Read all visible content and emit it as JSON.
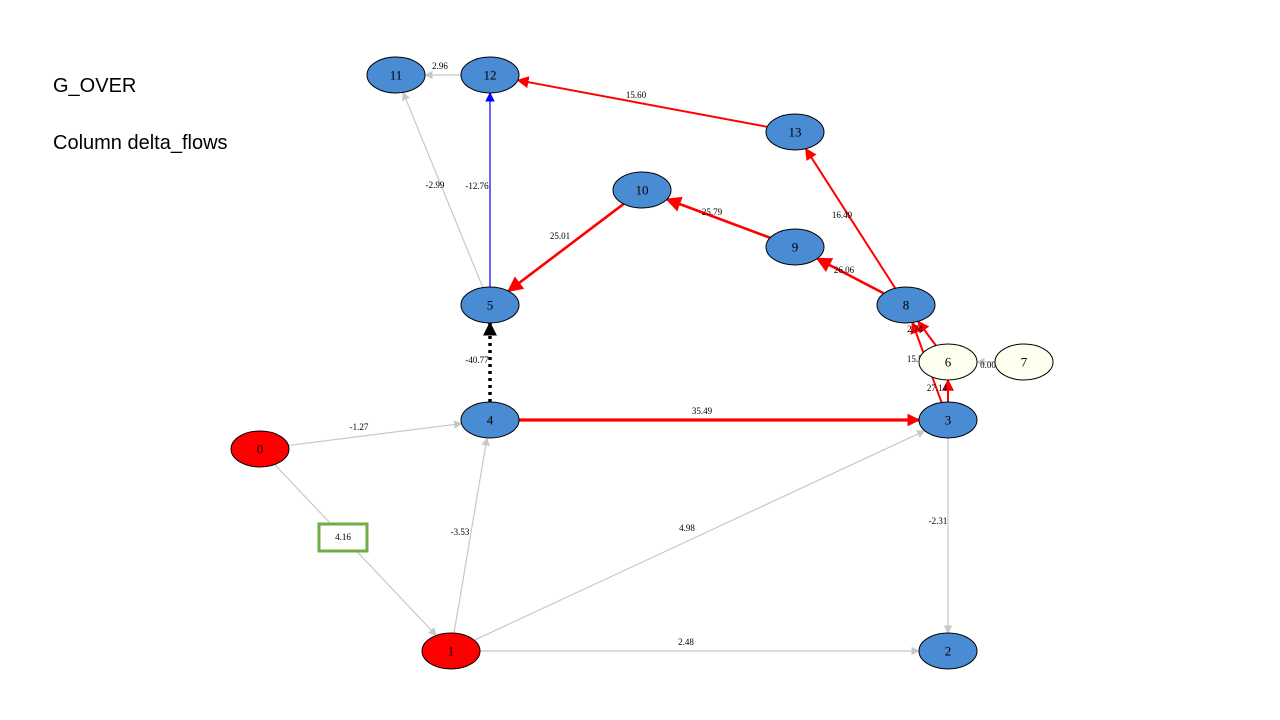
{
  "slide": {
    "title": "G_OVER",
    "subtitle": "Column delta_flows"
  },
  "colors": {
    "node_blue": "#4a8cd4",
    "node_red": "#ff0000",
    "node_cream": "#fffff0",
    "edge_red": "#ff0000",
    "edge_gray": "#c8c8c8",
    "edge_blue": "#0000ff",
    "edge_black": "#000000",
    "highlight_box": "#70ad47"
  },
  "nodes": [
    {
      "id": "0",
      "label": "0",
      "fill": "red"
    },
    {
      "id": "1",
      "label": "1",
      "fill": "red"
    },
    {
      "id": "2",
      "label": "2",
      "fill": "blue"
    },
    {
      "id": "3",
      "label": "3",
      "fill": "blue"
    },
    {
      "id": "4",
      "label": "4",
      "fill": "blue"
    },
    {
      "id": "5",
      "label": "5",
      "fill": "blue"
    },
    {
      "id": "6",
      "label": "6",
      "fill": "cream"
    },
    {
      "id": "7",
      "label": "7",
      "fill": "cream"
    },
    {
      "id": "8",
      "label": "8",
      "fill": "blue"
    },
    {
      "id": "9",
      "label": "9",
      "fill": "blue"
    },
    {
      "id": "10",
      "label": "10",
      "fill": "blue"
    },
    {
      "id": "11",
      "label": "11",
      "fill": "blue"
    },
    {
      "id": "12",
      "label": "12",
      "fill": "blue"
    },
    {
      "id": "13",
      "label": "13",
      "fill": "blue"
    }
  ],
  "edges": [
    {
      "from": "0",
      "to": "4",
      "label": "-1.27",
      "style": "gray"
    },
    {
      "from": "0",
      "to": "1",
      "label": "4.16",
      "style": "gray",
      "highlighted": true
    },
    {
      "from": "1",
      "to": "4",
      "label": "-3.53",
      "style": "gray"
    },
    {
      "from": "1",
      "to": "3",
      "label": "4.98",
      "style": "gray"
    },
    {
      "from": "1",
      "to": "2",
      "label": "2.48",
      "style": "gray"
    },
    {
      "from": "3",
      "to": "2",
      "label": "-2.31",
      "style": "gray"
    },
    {
      "from": "4",
      "to": "3",
      "label": "35.49",
      "style": "red-thick"
    },
    {
      "from": "4",
      "to": "5",
      "label": "-40.77",
      "style": "black-dotted"
    },
    {
      "from": "5",
      "to": "11",
      "label": "-2.99",
      "style": "gray"
    },
    {
      "from": "5",
      "to": "12",
      "label": "-12.76",
      "style": "blue"
    },
    {
      "from": "12",
      "to": "11",
      "label": "2.96",
      "style": "gray"
    },
    {
      "from": "13",
      "to": "12",
      "label": "15.60",
      "style": "red"
    },
    {
      "from": "8",
      "to": "13",
      "label": "16.49",
      "style": "red"
    },
    {
      "from": "8",
      "to": "9",
      "label": "26.06",
      "style": "red-medium"
    },
    {
      "from": "9",
      "to": "10",
      "label": "25.79",
      "style": "red-medium"
    },
    {
      "from": "10",
      "to": "5",
      "label": "25.01",
      "style": "red-medium"
    },
    {
      "from": "3",
      "to": "8",
      "label": "15.53",
      "style": "red"
    },
    {
      "from": "6",
      "to": "8",
      "label": "2.74",
      "style": "red"
    },
    {
      "from": "3",
      "to": "6",
      "label": "27.14",
      "style": "red"
    },
    {
      "from": "7",
      "to": "6",
      "label": "0.00",
      "style": "gray"
    }
  ]
}
